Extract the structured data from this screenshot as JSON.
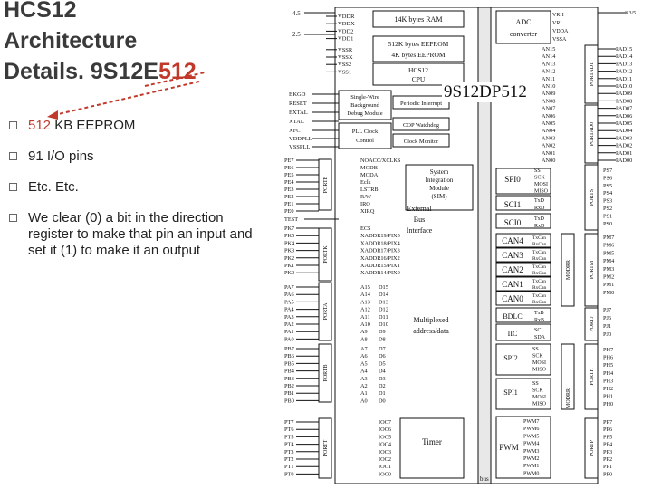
{
  "slide": {
    "title_line1": "HCS12",
    "title_line2": "Architecture",
    "title_line3_pre": "Details. 9S12E",
    "title_line3_red": "512",
    "bullets": [
      {
        "red": "512",
        "rest": " KB EEPROM"
      },
      {
        "red": "",
        "rest": "91 I/O pins"
      },
      {
        "red": "",
        "rest": "Etc. Etc."
      },
      {
        "red": "",
        "rest": "We clear (0) a bit in the direction register to make that pin an input and set it (1) to make it an output"
      }
    ]
  },
  "diagram": {
    "chip_name": "9S12DP512",
    "voltages": {
      "v1": "4.5",
      "v2": "2.5",
      "v3": "3.3/5"
    },
    "power_pins": [
      "VDDR",
      "VDDX",
      "VDD2",
      "VDD1",
      "VSSR",
      "VSSX",
      "VSS2",
      "VSS1"
    ],
    "left_pins": [
      "BKGD",
      "RESET",
      "EXTAL",
      "XTAL",
      "XFC",
      "VDDPLL",
      "VSSPLL"
    ],
    "blocks": {
      "ram": "14K bytes RAM",
      "eeprom1": "512K bytes EEPROM",
      "eeprom2": "4K bytes EEPROM",
      "cpu1": "HCS12",
      "cpu2": "CPU",
      "bdm1": "Single-Wire",
      "bdm2": "Background",
      "bdm3": "Debug Module",
      "pit": "Periodic Interrupt",
      "cop": "COP Watchdog",
      "pll1": "PLL Clock",
      "pll2": "Control",
      "clkmon": "Clock Monitor",
      "adc1": "ADC",
      "adc2": "converter",
      "sim1": "System",
      "sim2": "Integration",
      "sim3": "Module",
      "sim4": "(SIM)",
      "bus1": "External",
      "bus2": "Bus",
      "bus3": "Interface",
      "mux1": "Multiplexed",
      "mux2": "address/data",
      "timer": "Timer",
      "pwm": "PWM",
      "bdlc": "BDLC",
      "iic": "IIC",
      "spi0": "SPI0",
      "sci1": "SCI1",
      "sci0": "SCI0",
      "spi1": "SPI1",
      "spi2": "SPI2",
      "can4": "CAN4",
      "can3": "CAN3",
      "can2": "CAN2",
      "can1": "CAN1",
      "can0": "CAN0",
      "bus_label": "bus"
    },
    "adc_vpins": [
      "VRH",
      "VRL",
      "VDDA",
      "VSSA"
    ],
    "an_pins": [
      "AN15",
      "AN14",
      "AN13",
      "AN12",
      "AN11",
      "AN10",
      "AN09",
      "AN08",
      "AN07",
      "AN06",
      "AN05",
      "AN04",
      "AN03",
      "AN02",
      "AN01",
      "AN00"
    ],
    "pad_pins": [
      "PAD15",
      "PAD14",
      "PAD13",
      "PAD12",
      "PAD11",
      "PAD10",
      "PAD09",
      "PAD08",
      "PAD07",
      "PAD06",
      "PAD05",
      "PAD04",
      "PAD03",
      "PAD02",
      "PAD01",
      "PAD00"
    ],
    "port_labels": [
      "PORTAD1",
      "PORTAD0",
      "PORTE",
      "PORTK",
      "PORTA",
      "PORTB",
      "PORTT",
      "PORTS",
      "PORTM",
      "PORTJ",
      "PORTH",
      "PORTP",
      "MODRR",
      "MODRR"
    ],
    "pe_pins": [
      "PE7",
      "PE6",
      "PE5",
      "PE4",
      "PE3",
      "PE2",
      "PE1",
      "PE0"
    ],
    "pe_funcs": [
      "NOACC/XCLKS",
      "MODB",
      "MODA",
      "Eclk",
      "LSTRB",
      "R/W",
      "IRQ",
      "XIRQ"
    ],
    "test": "TEST",
    "pk_pins": [
      "PK7",
      "PK5",
      "PK4",
      "PK3",
      "PK2",
      "PK1",
      "PK0"
    ],
    "pk_funcs": [
      "ECS",
      "XADDR19/PIX5",
      "XADDR18/PIX4",
      "XADDR17/PIX3",
      "XADDR16/PIX2",
      "XADDR15/PIX1",
      "XADDR14/PIX0"
    ],
    "pa_pins": [
      "PA7",
      "PA6",
      "PA5",
      "PA4",
      "PA3",
      "PA2",
      "PA1",
      "PA0"
    ],
    "pa_a": [
      "A15",
      "A14",
      "A13",
      "A12",
      "A11",
      "A10",
      "A9",
      "A8"
    ],
    "pa_d": [
      "D15",
      "D14",
      "D13",
      "D12",
      "D11",
      "D10",
      "D9",
      "D8"
    ],
    "pb_pins": [
      "PB7",
      "PB6",
      "PB5",
      "PB4",
      "PB3",
      "PB2",
      "PB1",
      "PB0"
    ],
    "pb_a": [
      "A7",
      "A6",
      "A5",
      "A4",
      "A3",
      "A2",
      "A1",
      "A0"
    ],
    "pb_d": [
      "D7",
      "D6",
      "D5",
      "D4",
      "D3",
      "D2",
      "D1",
      "D0"
    ],
    "pt_pins": [
      "PT7",
      "PT6",
      "PT5",
      "PT4",
      "PT3",
      "PT2",
      "PT1",
      "PT0"
    ],
    "ioc": [
      "IOC7",
      "IOC6",
      "IOC5",
      "IOC4",
      "IOC3",
      "IOC2",
      "IOC1",
      "IOC0"
    ],
    "ps_pins": [
      "PS7",
      "PS6",
      "PS5",
      "PS4",
      "PS3",
      "PS2",
      "PS1",
      "PS0"
    ],
    "spi0_sig": [
      "SS",
      "SCK",
      "MOSI",
      "MISO"
    ],
    "sci_sig": [
      "TxD",
      "RxD",
      "TxD",
      "RxD"
    ],
    "pm_pins": [
      "PM7",
      "PM6",
      "PM5",
      "PM4",
      "PM3",
      "PM2",
      "PM1",
      "PM0"
    ],
    "can_sig": [
      "TxCan",
      "RxCan"
    ],
    "pj_pins": [
      "PJ7",
      "PJ6",
      "PJ1",
      "PJ0"
    ],
    "bdlc_sig": [
      "TxB",
      "RxB"
    ],
    "iic_sig": [
      "SCL",
      "SDA"
    ],
    "ph_pins": [
      "PH7",
      "PH6",
      "PH5",
      "PH4",
      "PH3",
      "PH2",
      "PH1",
      "PH0"
    ],
    "spi_sig": [
      "SS",
      "SCK",
      "MOSI",
      "MISO"
    ],
    "pp_pins": [
      "PP7",
      "PP6",
      "PP5",
      "PP4",
      "PP3",
      "PP2",
      "PP1",
      "PP0"
    ],
    "pwm_sig": [
      "PWM7",
      "PWM6",
      "PWM5",
      "PWM4",
      "PWM3",
      "PWM2",
      "PWM1",
      "PWM0"
    ]
  }
}
